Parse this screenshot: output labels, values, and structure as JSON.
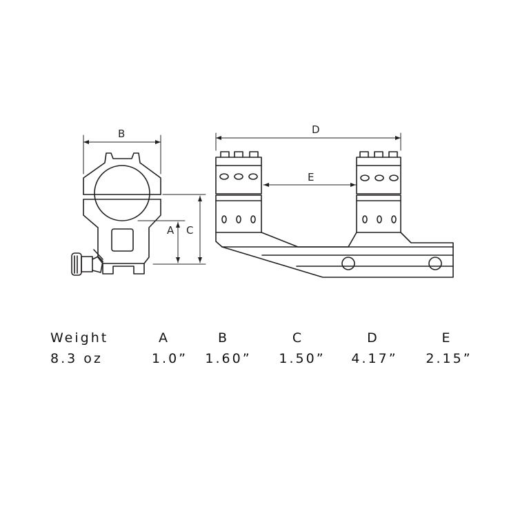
{
  "dimensions": {
    "a_label": "A",
    "b_label": "B",
    "c_label": "C",
    "d_label": "D",
    "e_label": "E"
  },
  "specs": {
    "headers": [
      "Weight",
      "A",
      "B",
      "C",
      "D",
      "E"
    ],
    "values": [
      "8.3 oz",
      "1.0”",
      "1.60”",
      "1.50”",
      "4.17”",
      "2.15”"
    ]
  }
}
